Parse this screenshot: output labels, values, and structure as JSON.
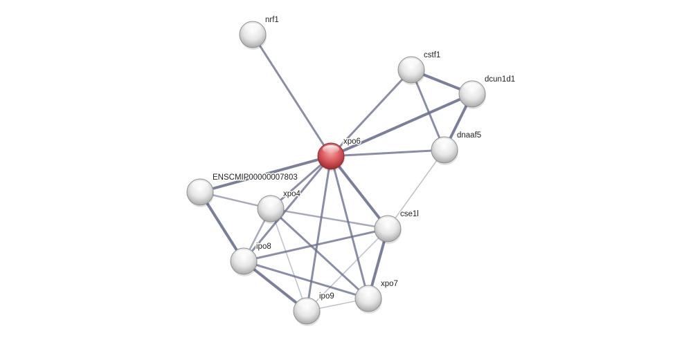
{
  "network": {
    "nodes": [
      {
        "id": "nrf1",
        "label": "nrf1",
        "query": false
      },
      {
        "id": "cstf1",
        "label": "cstf1",
        "query": false
      },
      {
        "id": "dcun1d1",
        "label": "dcun1d1",
        "query": false
      },
      {
        "id": "dnaaf5",
        "label": "dnaaf5",
        "query": false
      },
      {
        "id": "xpo6",
        "label": "xpo6",
        "query": true
      },
      {
        "id": "ENSCMIP00000007803",
        "label": "ENSCMIP00000007803",
        "query": false
      },
      {
        "id": "xpo4",
        "label": "xpo4",
        "query": false
      },
      {
        "id": "cse1l",
        "label": "cse1l",
        "query": false
      },
      {
        "id": "ipo8",
        "label": "ipo8",
        "query": false
      },
      {
        "id": "xpo7",
        "label": "xpo7",
        "query": false
      },
      {
        "id": "ipo9",
        "label": "ipo9",
        "query": false
      }
    ],
    "edges": [
      {
        "a": "nrf1",
        "b": "xpo6",
        "strength": "medium"
      },
      {
        "a": "cstf1",
        "b": "xpo6",
        "strength": "medium"
      },
      {
        "a": "cstf1",
        "b": "dcun1d1",
        "strength": "strong"
      },
      {
        "a": "cstf1",
        "b": "dnaaf5",
        "strength": "medium"
      },
      {
        "a": "dcun1d1",
        "b": "xpo6",
        "strength": "strong"
      },
      {
        "a": "dcun1d1",
        "b": "dnaaf5",
        "strength": "strong"
      },
      {
        "a": "dnaaf5",
        "b": "xpo6",
        "strength": "medium"
      },
      {
        "a": "dnaaf5",
        "b": "cse1l",
        "strength": "weak"
      },
      {
        "a": "xpo6",
        "b": "ENSCMIP00000007803",
        "strength": "strong"
      },
      {
        "a": "xpo6",
        "b": "xpo4",
        "strength": "medium"
      },
      {
        "a": "xpo6",
        "b": "ipo8",
        "strength": "medium"
      },
      {
        "a": "xpo6",
        "b": "cse1l",
        "strength": "strong"
      },
      {
        "a": "xpo6",
        "b": "ipo9",
        "strength": "medium"
      },
      {
        "a": "xpo6",
        "b": "xpo7",
        "strength": "medium"
      },
      {
        "a": "ENSCMIP00000007803",
        "b": "xpo4",
        "strength": "light"
      },
      {
        "a": "ENSCMIP00000007803",
        "b": "ipo8",
        "strength": "strong"
      },
      {
        "a": "xpo4",
        "b": "ipo8",
        "strength": "light"
      },
      {
        "a": "xpo4",
        "b": "cse1l",
        "strength": "light"
      },
      {
        "a": "xpo4",
        "b": "xpo7",
        "strength": "medium"
      },
      {
        "a": "xpo4",
        "b": "ipo9",
        "strength": "weak"
      },
      {
        "a": "ipo8",
        "b": "cse1l",
        "strength": "medium"
      },
      {
        "a": "ipo8",
        "b": "ipo9",
        "strength": "strong"
      },
      {
        "a": "ipo8",
        "b": "xpo7",
        "strength": "medium"
      },
      {
        "a": "cse1l",
        "b": "xpo7",
        "strength": "strong"
      },
      {
        "a": "cse1l",
        "b": "ipo9",
        "strength": "weak"
      },
      {
        "a": "ipo9",
        "b": "xpo7",
        "strength": "weak"
      }
    ],
    "colors": {
      "edge": "#6b7190",
      "query_node": "#d9585c",
      "node": "#d8d8d8"
    }
  }
}
